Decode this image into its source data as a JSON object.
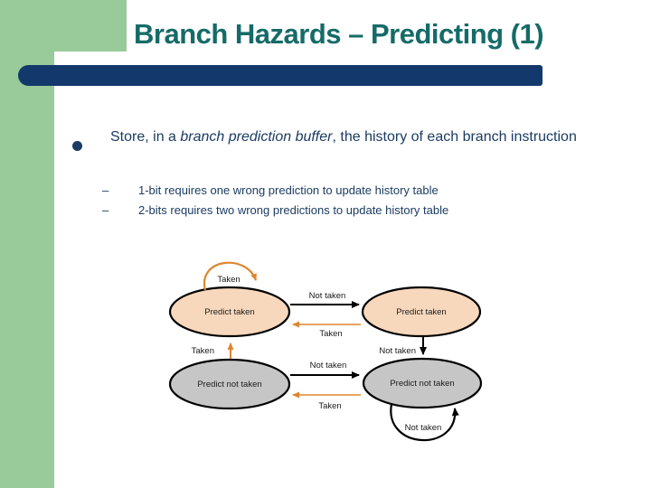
{
  "title": "Branch Hazards – Predicting (1)",
  "content": {
    "lead": {
      "pre": "Store, in a ",
      "italic": "branch prediction buffer",
      "post": ", the history of each branch instruction"
    },
    "sub_bullets": [
      {
        "marker": "–",
        "text": "1-bit requires one wrong prediction to update history table"
      },
      {
        "marker": "–",
        "text": "2-bits requires two wrong predictions to update history table"
      }
    ]
  },
  "diagram": {
    "states": [
      {
        "id": "predict-taken-strong",
        "label": "Predict taken",
        "fill": "#F8D8BC"
      },
      {
        "id": "predict-taken-weak",
        "label": "Predict taken",
        "fill": "#F8D8BC"
      },
      {
        "id": "predict-not-taken-weak",
        "label": "Predict not taken",
        "fill": "#C6C6C6"
      },
      {
        "id": "predict-not-taken-strong",
        "label": "Predict not taken",
        "fill": "#C6C6C6"
      }
    ],
    "labels": {
      "self_top": "Taken",
      "top_forward": "Not taken",
      "top_back": "Taken",
      "left_up": "Taken",
      "right_down": "Not taken",
      "bottom_forward": "Not taken",
      "bottom_back": "Taken",
      "self_bottom": "Not taken"
    }
  },
  "colors": {
    "sidebar_green": "#99CA99",
    "bar_navy": "#13386B",
    "title_teal": "#156B68",
    "body_navy": "#1B3C63",
    "state_taken_fill": "#F8D8BC",
    "state_not_taken_fill": "#C6C6C6",
    "arrow_orange": "#DD862F",
    "arrow_black": "#000000"
  }
}
